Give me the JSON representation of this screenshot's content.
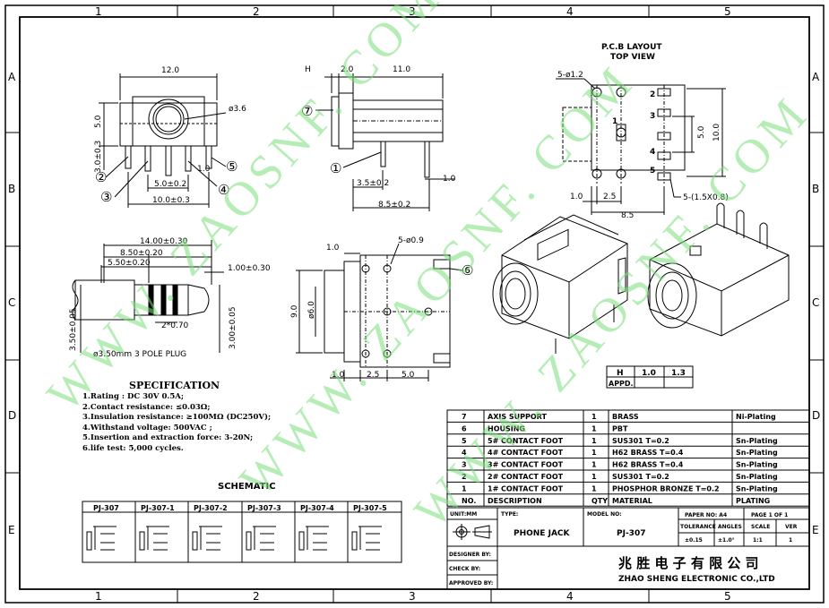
{
  "frame": {
    "cols": [
      "1",
      "2",
      "3",
      "4",
      "5"
    ],
    "rows": [
      "A",
      "B",
      "C",
      "D",
      "E"
    ]
  },
  "watermark": "WWW. ZAOSNF. COM",
  "pcb": {
    "title": "P.C.B LAYOUT",
    "subtitle": "TOP VIEW",
    "hole_note": "5-ø1.2",
    "pad_note": "5-(1.5X0.8)",
    "dim_left": "1.0",
    "dim_pitch": "2.5",
    "dim_width": "8.5",
    "dim_inner_h": "5.0",
    "dim_outer_h": "10.0",
    "pin_labels": [
      "1",
      "2",
      "3",
      "4",
      "5"
    ]
  },
  "front_view": {
    "width": "12.0",
    "height": "5.0",
    "hole_dia": "ø3.6",
    "pin_h": "3.0±0.3",
    "pin_pitch": "5.0±0.2",
    "pin_span": "10.0±0.3",
    "pin_tab": "1.0",
    "callouts": [
      "②",
      "③",
      "④",
      "⑤"
    ]
  },
  "side_view": {
    "h_label": "H",
    "dim_a": "2.0",
    "dim_b": "11.0",
    "dim_c": "3.5±0.2",
    "dim_d": "8.5±0.2",
    "dim_e": "1.0",
    "callouts": [
      "⑦",
      "①"
    ]
  },
  "plug": {
    "total": "14.00±0.30",
    "d1": "8.50±0.20",
    "d2": "5.50±0.20",
    "d3": "1.00±0.30",
    "ring": "2*0.70",
    "left_dia": "3.50±0.05",
    "right_dia": "3.00±0.05",
    "caption": "ø3.50mm 3 POLE PLUG"
  },
  "bottom_view": {
    "top": "1.0",
    "holes": "5-ø0.9",
    "height": "9.0",
    "bore": "ø6.0",
    "b1": "1.0",
    "b2": "2.5",
    "b3": "5.0",
    "callout": "⑥"
  },
  "spec": {
    "title": "SPECIFICATION",
    "lines": [
      "1.Rating : DC 30V 0.5A;",
      "2.Contact resistance: ≤0.03Ω;",
      "3.Insulation resistance: ≥100MΩ (DC250V);",
      "4.Withstand voltage: 500VAC ;",
      "5.Insertion and extraction force: 3-20N;",
      "6.life test: 5,000 cycles."
    ]
  },
  "schematic": {
    "title": "SCHEMATIC",
    "models": [
      "PJ-307",
      "PJ-307-1",
      "PJ-307-2",
      "PJ-307-3",
      "PJ-307-4",
      "PJ-307-5"
    ]
  },
  "h_table": {
    "header": [
      "H",
      "1.0",
      "1.3"
    ],
    "row": [
      "APPD.",
      "",
      ""
    ]
  },
  "bom": {
    "rows": [
      [
        "7",
        "AXIS SUPPORT",
        "1",
        "BRASS",
        "Ni-Plating"
      ],
      [
        "6",
        "HOUSING",
        "1",
        "PBT",
        ""
      ],
      [
        "5",
        "5# CONTACT FOOT",
        "1",
        "SUS301 T=0.2",
        "Sn-Plating"
      ],
      [
        "4",
        "4# CONTACT FOOT",
        "1",
        "H62 BRASS T=0.4",
        "Sn-Plating"
      ],
      [
        "3",
        "3# CONTACT FOOT",
        "1",
        "H62 BRASS T=0.4",
        "Sn-Plating"
      ],
      [
        "2",
        "2# CONTACT FOOT",
        "1",
        "SUS301 T=0.2",
        "Sn-Plating"
      ],
      [
        "1",
        "1# CONTACT FOOT",
        "1",
        "PHOSPHOR BRONZE T=0.2",
        "Sn-Plating"
      ]
    ],
    "header": [
      "NO.",
      "DESCRIPTION",
      "QTY",
      "MATERIAL",
      "PLATING"
    ]
  },
  "title_block": {
    "unit": "UNIT:MM",
    "type_label": "TYPE:",
    "type_value": "PHONE JACK",
    "model_label": "MODEL NO:",
    "model_value": "PJ-307",
    "paper": "PAPER NO: A4",
    "page": "PAGE 1 OF 1",
    "tol_h": "TOLERANCE",
    "ang_h": "ANGLES",
    "scale_h": "SCALE",
    "ver_h": "VER",
    "tol_v": "±0.15",
    "ang_v": "±1.0°",
    "scale_v": "1:1",
    "ver_v": "1",
    "designer": "DESIGNER BY:",
    "check": "CHECK BY:",
    "approved": "APPROVED BY:",
    "company_cn": "兆 胜 电 子 有 限 公 司",
    "company_en": "ZHAO SHENG ELECTRONIC CO.,LTD"
  }
}
